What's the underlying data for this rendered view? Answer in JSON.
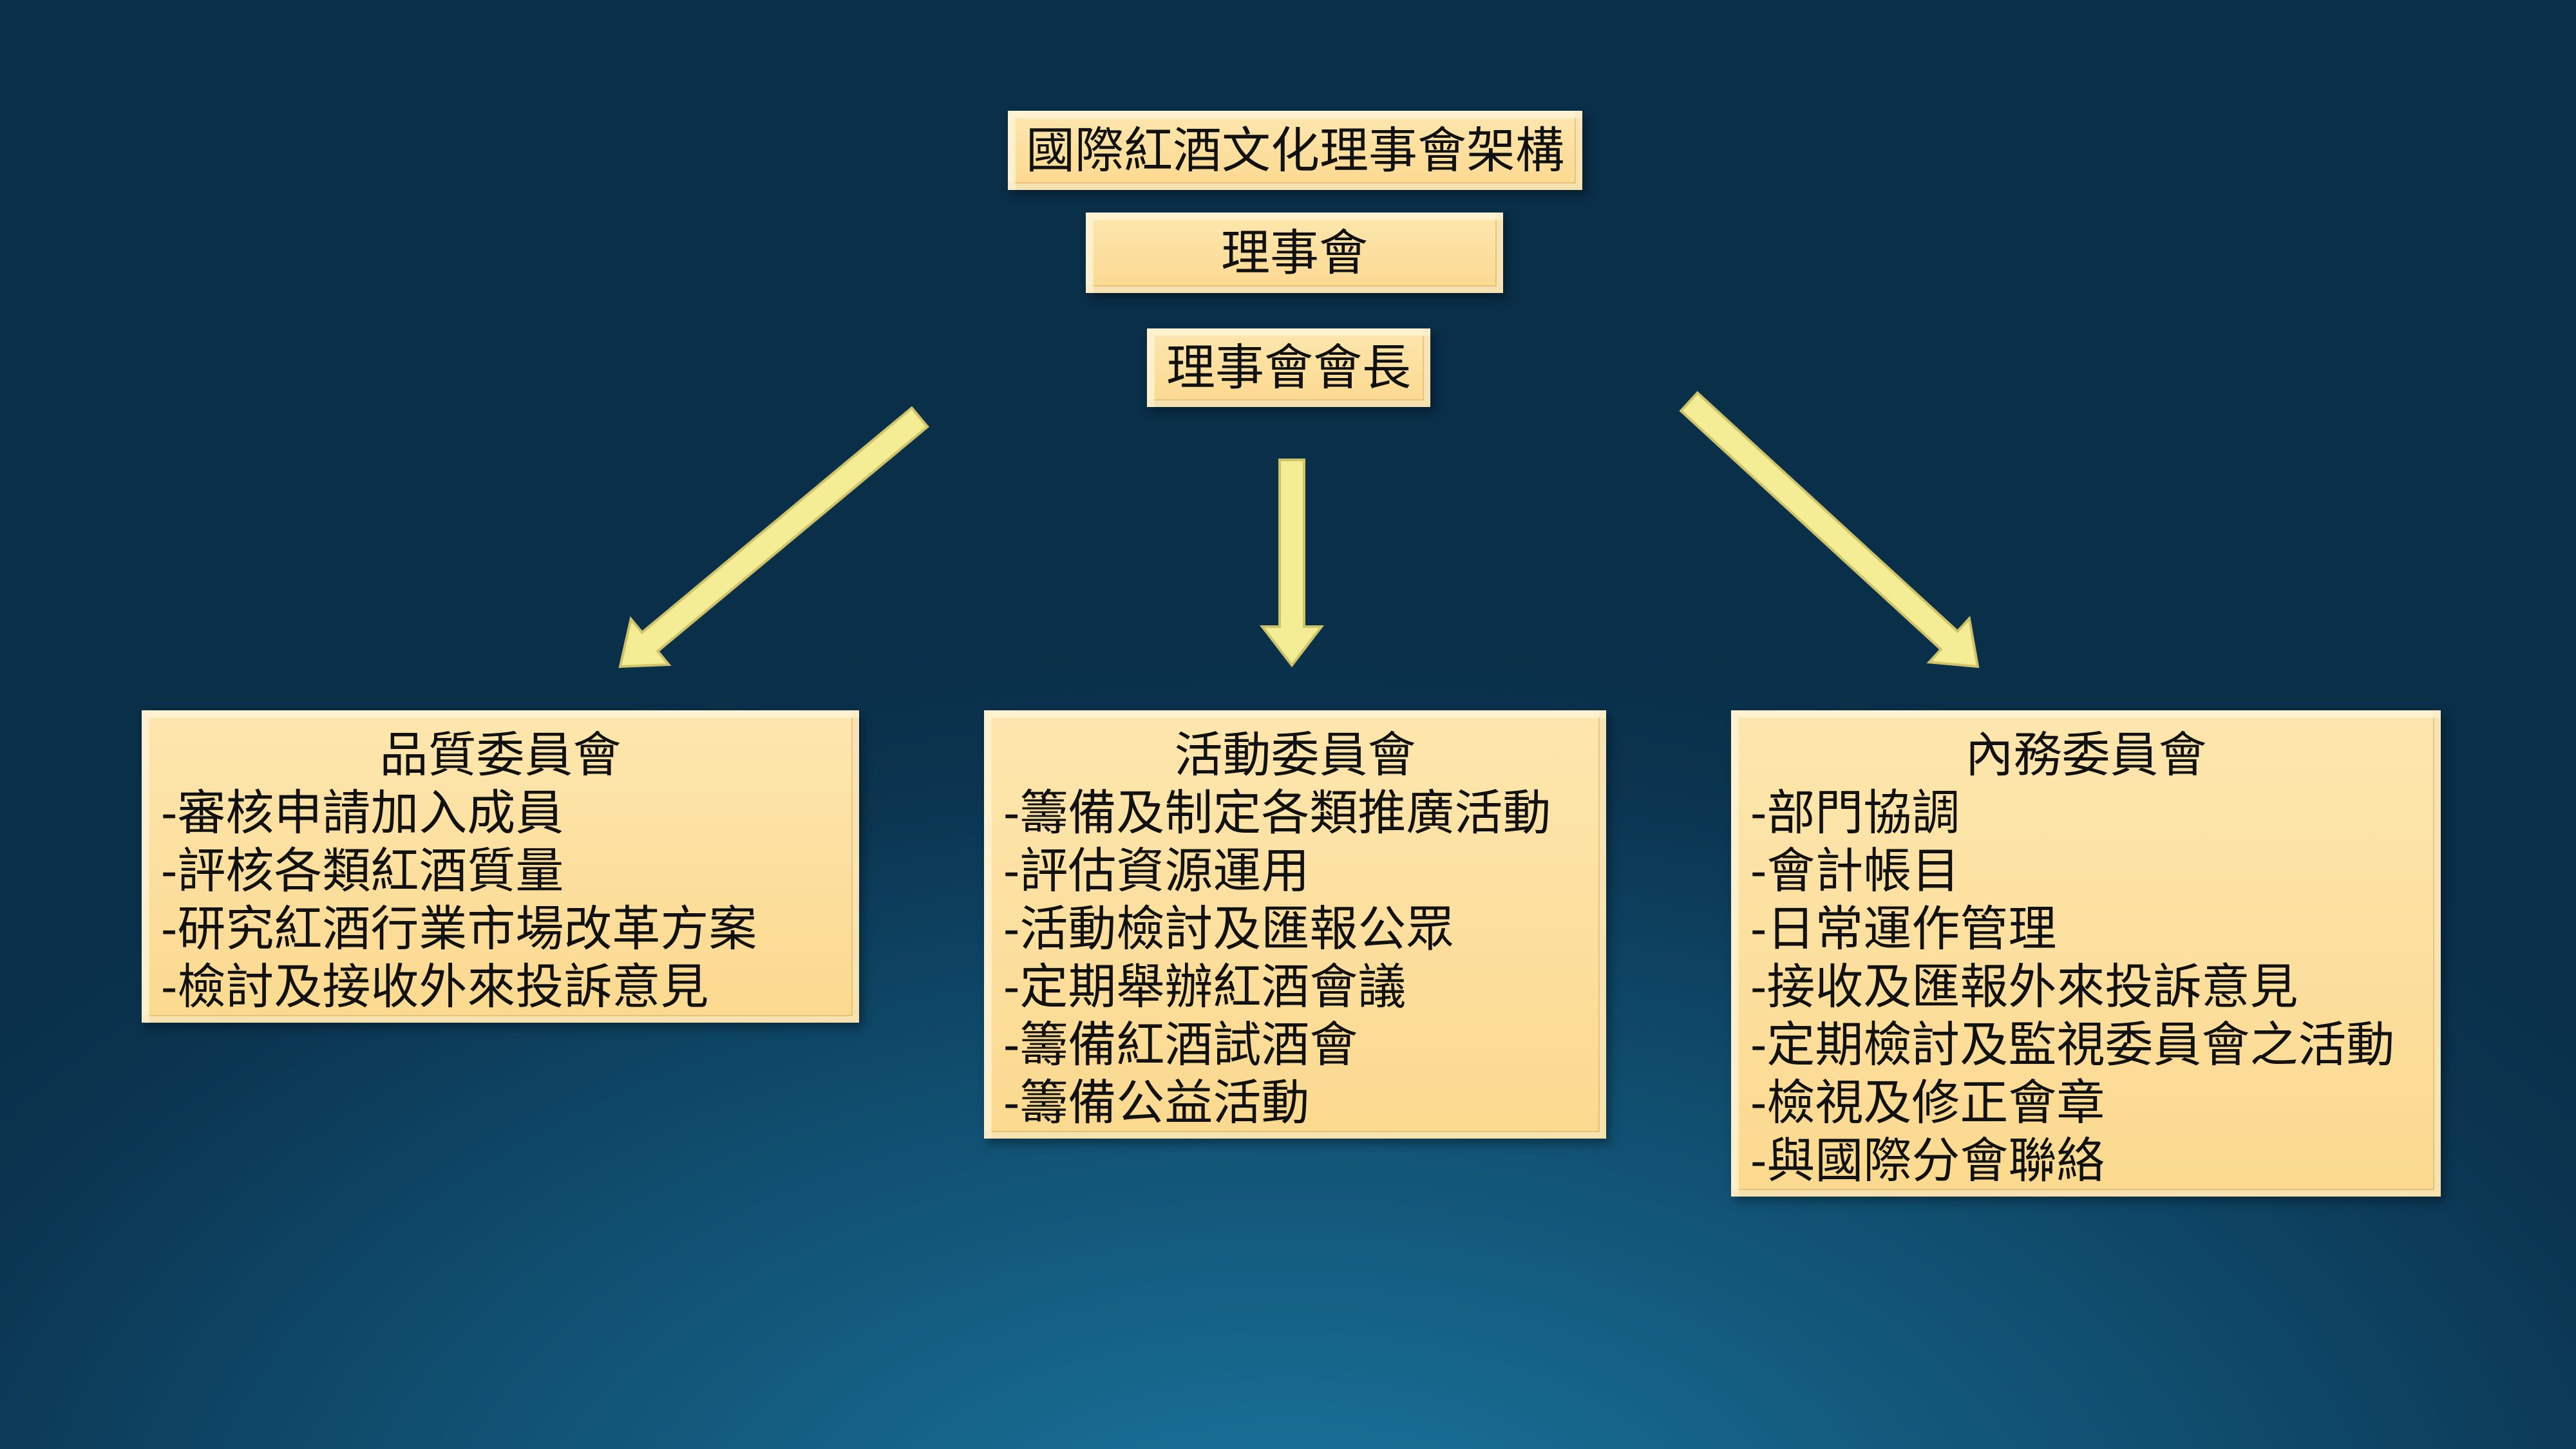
{
  "title": "國際紅酒文化理事會架構",
  "council": "理事會",
  "chairman": "理事會會長",
  "committees": [
    {
      "title": "品質委員會",
      "items": [
        "-審核申請加入成員",
        "-評核各類紅酒質量",
        "-研究紅酒行業市場改革方案",
        "-檢討及接收外來投訴意見"
      ]
    },
    {
      "title": "活動委員會",
      "items": [
        "-籌備及制定各類推廣活動",
        "-評估資源運用",
        "-活動檢討及匯報公眾",
        "-定期舉辦紅酒會議",
        "-籌備紅酒試酒會",
        "-籌備公益活動"
      ]
    },
    {
      "title": "內務委員會",
      "items": [
        "-部門協調",
        "-會計帳目",
        "-日常運作管理",
        "-接收及匯報外來投訴意見",
        "-定期檢討及監視委員會之活動",
        "-檢視及修正會章",
        "-與國際分會聯絡"
      ]
    }
  ],
  "colors": {
    "box_fill": "#fde3a3",
    "arrow_fill": "#f5ec96",
    "arrow_stroke": "#cfc36a",
    "background_dark": "#0a2f49",
    "background_light": "#1b7aa3"
  }
}
